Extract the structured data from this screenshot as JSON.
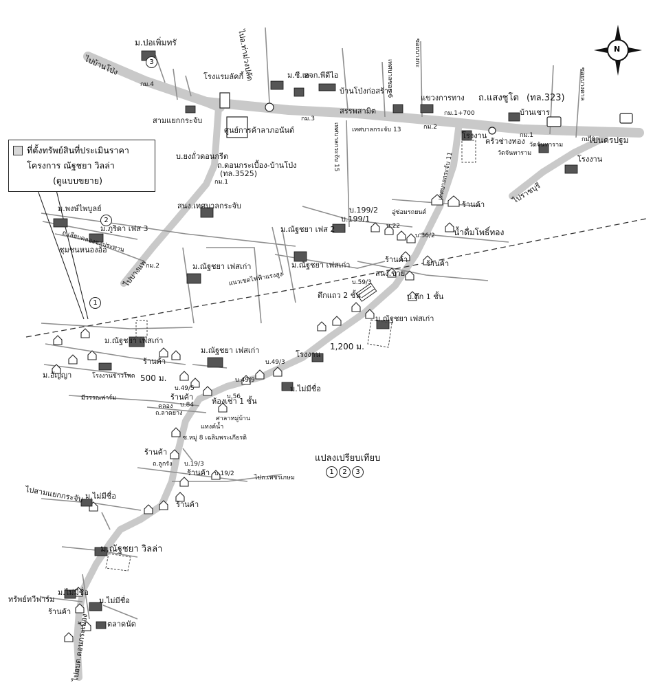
{
  "compass": {
    "label": "N"
  },
  "legend": {
    "line1": "ที่ตั้งทรัพย์สินที่ประเมินราคา",
    "line2": "โครงการ ณัฐชยา วิลล่า",
    "line3": "(ดูแบบขยาย)"
  },
  "comparables": {
    "title": "แปลงเปรียบเทียบ",
    "markers": [
      "1",
      "2",
      "3"
    ]
  },
  "labels": {
    "to_ban_pong": "ไปบ้านโป่ง",
    "mo_por_phoem_sap": "ม.ปอเพิ่มทรั",
    "km4": "กม.4",
    "hotel": "โรงแรมลัคกี้",
    "to_tha_muang": "ไปอ.ท่าม่วงปลัด",
    "si_yaek": "สามแยกกระจับ",
    "center": "ศูนย์การค้าลาภอนันต์",
    "km3": "กม.3",
    "mo_si_ra": "ม.ซี.เอ",
    "hjk_phidi": "หจก.พีดีไอ",
    "ban_pong_khong": "บ้านโป่งก่อสร้าง",
    "sarasath": "สรรพสามิต",
    "soi_bang_ka": "ซอยบางกะ",
    "soi_6": "เทศบาลซอย 6",
    "khwaeng": "แขวงการทาง",
    "tessaban_13": "เทศบาลกระจับ 13",
    "tessaban_15": "เทศบาลกระจับ 15",
    "km2": "กม.2",
    "tessaban_11": "เทศบาลกระจับ 11",
    "road_saengchuto": "ถ.แสงชูโต",
    "road_323": "(ทล.323)",
    "ban_chao": "บ้านเชาร",
    "km1_700": "กม.1+700",
    "rongngan_1": "โรงงาน",
    "khrua_chang": "ครัวช่างทอง",
    "km1": "กม.1",
    "wat_chan_1": "วัดจันทาราม",
    "wat_chan_2": "วัดจันทาราม",
    "to_nakhon_pathom": "ไปนครปฐม",
    "soi_bang_tan": "ซอยบางตาล",
    "km0": "กม.0",
    "rongngan_2": "โรงงาน",
    "to_ratchaburi": "ไปราชบุรี",
    "b_yong": "บ.ยงถั่วดอนกรีต",
    "road_donkra": "ถ.ดอนกระเบื้อง-บ้านโป่ง",
    "road_3525": "(ทล.3525)",
    "km1_b": "กม.1",
    "sanong_tessaban": "สนง.เทศบาลกระจับ",
    "mo_phong_phai": "ม.พงษ์ไพบูลย์",
    "mo_phutsa": "ม.ภูริดา เฟส 3",
    "road_ton": "ถ.เลียบคลองชลประทาน",
    "chumchon": "ชุมชนหนองอ้อ",
    "km2_b": "กม.2",
    "to_bang_phae": "ไปบางแพ",
    "mo_natcha_old": "ม.ณัฐชยา เฟสเก่า",
    "power_line": "แนวเขตไฟฟ้าแรงสูง",
    "b199_2": "บ.199/2",
    "b199_1": "บ.199/1",
    "ban_ahan": "อู่ซ่อมรถยนต์",
    "rankha_1": "ร้านค้า",
    "mo_natcha_phase": "ม.ณัฐชยา เฟส 2",
    "b22": "บ.22",
    "b36_2": "บ.36/2",
    "nam_duem": "น้ำดื่มโพธิ์ทอง",
    "mo_natcha_old2": "ม.ณัฐชยา เฟสเก่า",
    "rankha_2": "ร้านค้า",
    "rankha_3": "ร้านค้า",
    "sanong_chai": "สนง.ขาย",
    "b59_3": "บ.59/3",
    "tuk_2": "ตึกแถว 2 ชั้น",
    "tuk_1": "บ.ตึก 1 ชั้น",
    "mo_natcha_old3": "ม.ณัฐชยา เฟสเก่า",
    "dist_1200": "1,200 ม.",
    "rongngan_3": "โรงงาน",
    "mo_natcha_old4": "ม.ณัฐชยา เฟสเก่า",
    "mo_natcha_old5": "ม.ณัฐชยา เฟสเก่า",
    "rankha_4": "ร้านค้า",
    "mo_annya": "ม.อัญญา",
    "rongngan_khao": "โรงงานข้าวโพด",
    "dist_500": "500 ม.",
    "b49_3": "บ.49/3",
    "b49_9": "บ.49/9",
    "b49_5": "บ.49/5",
    "mo_maimi_1": "ม.ไม่มีชื่อ",
    "b56": "บ.56",
    "rankha_5": "ร้านค้า",
    "hong_chao": "ห้องเช่า 1 ชั้น",
    "mi_wasan": "มีวรรณฟาร์ม",
    "b84": "บ.84",
    "khlong": "คลอง",
    "road_la": "ถ.ลาดยาง",
    "sala": "ศาลาหมู่บ้าน",
    "khaeng_nam": "แทงค์น้ำ",
    "soi_moo8": "ซ.หมู่ 8 เฉลิมพระเกียรติ",
    "rankha_6": "ร้านค้า",
    "road_lukrang": "ถ.ลูกรัง",
    "b19_3": "บ.19/3",
    "rankha_7": "ร้านค้า",
    "b19_2": "บ.19/2",
    "to_phetkasem": "ไปถ.เพชรเกษม",
    "to_sam_yaek": "ไปสามแยกกระจับ",
    "mo_maimi_2": "ม.ไม่มีชื่อ",
    "rankha_8": "ร้านค้า",
    "mo_villa": "ม.ณัฐชยา วิลล่า",
    "supphathip": "ทรัพย์ทวีฟาร์ม",
    "mo_maimi_3": "ม.ไม่มีชื่อ",
    "mo_maimi_4": "ม.ไม่มีชื่อ",
    "rankha_9": "ร้านค้า",
    "talat": "ตลาดนัด",
    "to_don_kra": "ไปอบต.ดอนกระเบื้อง"
  }
}
